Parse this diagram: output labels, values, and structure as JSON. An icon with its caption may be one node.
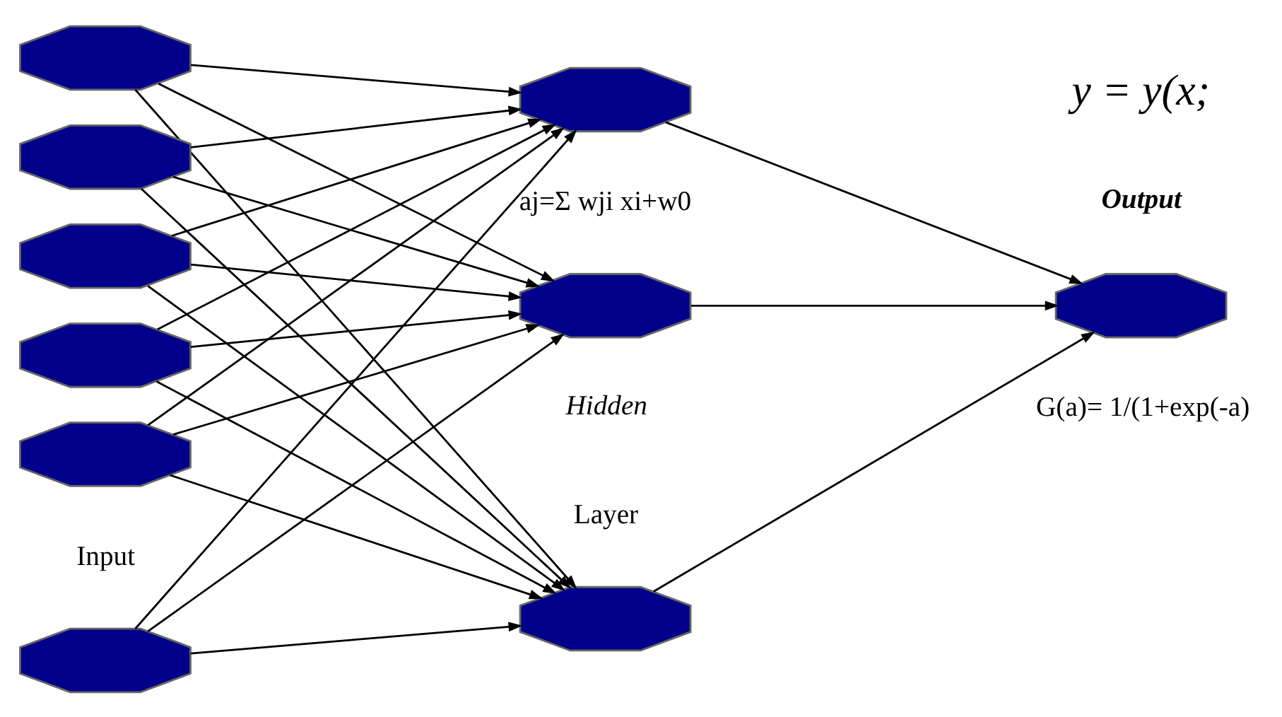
{
  "diagram": {
    "nodes": [
      {
        "text": [],
        "shape": "octagon"
      },
      {
        "text": [],
        "shape": "octagon"
      },
      {
        "text": [],
        "shape": "octagon"
      },
      {
        "text": [],
        "shape": "octagon"
      },
      {
        "text": [],
        "shape": "octagon"
      },
      {
        "text": [],
        "shape": "octagon"
      },
      {
        "text": [],
        "shape": "octagon"
      },
      {
        "text": [],
        "shape": "octagon"
      },
      {
        "text": [],
        "shape": "octagon"
      },
      {
        "text": [],
        "shape": "octagon"
      }
    ],
    "edges": [
      {
        "from": 0,
        "to": 6,
        "arrow": "to"
      },
      {
        "from": 0,
        "to": 7,
        "arrow": "to"
      },
      {
        "from": 0,
        "to": 8,
        "arrow": "to"
      },
      {
        "from": 1,
        "to": 6,
        "arrow": "to"
      },
      {
        "from": 1,
        "to": 7,
        "arrow": "to"
      },
      {
        "from": 1,
        "to": 8,
        "arrow": "to"
      },
      {
        "from": 2,
        "to": 6,
        "arrow": "to"
      },
      {
        "from": 2,
        "to": 7,
        "arrow": "to"
      },
      {
        "from": 2,
        "to": 8,
        "arrow": "to"
      },
      {
        "from": 3,
        "to": 6,
        "arrow": "to"
      },
      {
        "from": 3,
        "to": 7,
        "arrow": "to"
      },
      {
        "from": 3,
        "to": 8,
        "arrow": "to"
      },
      {
        "from": 4,
        "to": 6,
        "arrow": "to"
      },
      {
        "from": 4,
        "to": 7,
        "arrow": "to"
      },
      {
        "from": 4,
        "to": 8,
        "arrow": "to"
      },
      {
        "from": 5,
        "to": 6,
        "arrow": "to"
      },
      {
        "from": 5,
        "to": 7,
        "arrow": "to"
      },
      {
        "from": 5,
        "to": 8,
        "arrow": "to"
      },
      {
        "from": 6,
        "to": 9,
        "arrow": "to"
      },
      {
        "from": 7,
        "to": 9,
        "arrow": "to"
      },
      {
        "from": 8,
        "to": 9,
        "arrow": "to"
      }
    ],
    "labels": [
      "Input",
      "Hidden",
      "Layer",
      "y = y(x;",
      "Output",
      "G(a)= 1/(1+exp(-a)",
      "aj=Σ wji xi+w0"
    ]
  }
}
